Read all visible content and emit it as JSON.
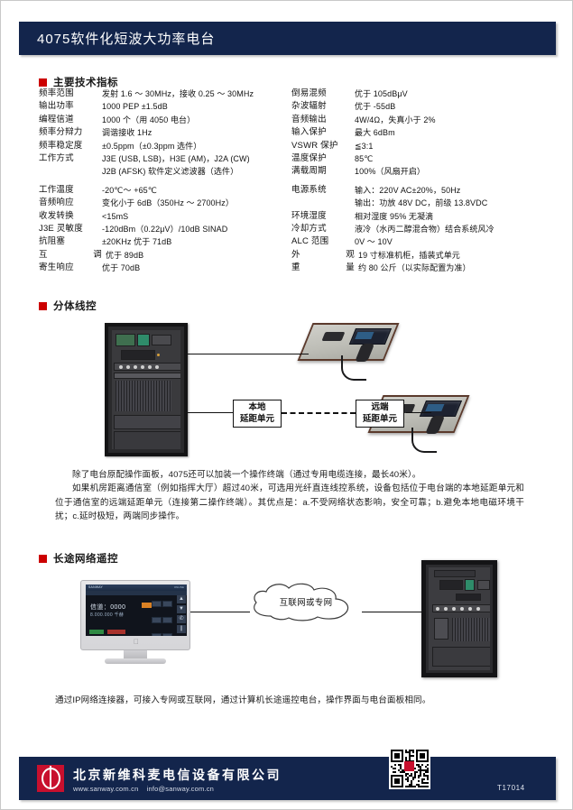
{
  "header": {
    "title": "4075软件化短波大功率电台"
  },
  "sections": {
    "specs_title": "主要技术指标",
    "remote_title": "分体线控",
    "network_title": "长途网络遥控"
  },
  "specs": {
    "left": [
      {
        "key": "频率范围",
        "value": "发射 1.6 ～ 30MHz，接收 0.25 ～ 30MHz"
      },
      {
        "key": "输出功率",
        "value": "1000 PEP ±1.5dB"
      },
      {
        "key": "编程信道",
        "value": "1000 个（用 4050 电台）"
      },
      {
        "key": "频率分辩力",
        "value": "调谐接收 1Hz"
      },
      {
        "key": "频率稳定度",
        "value": "±0.5ppm（±0.3ppm 选件）"
      },
      {
        "key": "工作方式",
        "value": "J3E (USB, LSB)，H3E (AM)，J2A (CW)"
      },
      {
        "key": "",
        "value": "J2B (AFSK) 软件定义滤波器（选件）"
      },
      {
        "key": "工作温度",
        "value": "-20℃～ +65℃"
      },
      {
        "key": "音频响应",
        "value": "变化小于 6dB（350Hz ～ 2700Hz）"
      },
      {
        "key": "收发转换",
        "value": "<15mS"
      },
      {
        "key": "J3E 灵敏度",
        "value": "-120dBm（0.22μV）/10dB SINAD"
      },
      {
        "key": "抗阻塞",
        "value": "±20KHz 优于 71dB"
      },
      {
        "key": "互  调",
        "value": "优于 89dB"
      },
      {
        "key": "寄生响应",
        "value": "优于 70dB"
      }
    ],
    "right": [
      {
        "key": "倒易混频",
        "value": "优于 105dBμV"
      },
      {
        "key": "杂波辐射",
        "value": "优于 -55dB"
      },
      {
        "key": "音频输出",
        "value": "4W/4Ω，失真小于 2%"
      },
      {
        "key": "输入保护",
        "value": "最大 6dBm"
      },
      {
        "key": "VSWR 保护",
        "value": "≦3:1"
      },
      {
        "key": "温度保护",
        "value": "85℃"
      },
      {
        "key": "满载周期",
        "value": "100%（风扇开启）"
      },
      {
        "key": "电源系统",
        "value": "输入：220V AC±20%，50Hz"
      },
      {
        "key": "",
        "value": "输出：功放 48V DC，前级 13.8VDC"
      },
      {
        "key": "环境湿度",
        "value": "相对湿度 95% 无凝滴"
      },
      {
        "key": "冷却方式",
        "value": "液冷（水丙二醇混合物）结合系统风冷"
      },
      {
        "key": "ALC 范围",
        "value": "0V ～ 10V"
      },
      {
        "key": "外   观",
        "value": "19 寸标准机柜，插装式单元"
      },
      {
        "key": "重   量",
        "value": "约 80 公斤（以实际配置为准）"
      }
    ]
  },
  "diagram_remote": {
    "local_unit_line1": "本地",
    "local_unit_line2": "延距单元",
    "remote_unit_line1": "远端",
    "remote_unit_line2": "延距单元"
  },
  "paragraphs": {
    "remote_p1": "除了电台原配操作面板，4075还可以加装一个操作终端（通过专用电缆连接，最长40米）。",
    "remote_p2": "如果机房距离通信室（例如指挥大厅）超过40米，可选用光纤直连线控系统，设备包括位于电台端的本地延距单元和位于通信室的远端延距单元（连接第二操作终端）。其优点是：a.不受网络状态影响，安全可靠；b.避免本地电磁环境干扰；c.延时极短，两端同步操作。",
    "network_p1": "通过IP网络连接器，可接入专网或互联网，通过计算机长途遥控电台，操作界面与电台面板相同。"
  },
  "diagram_network": {
    "cloud_label": "互联网或专网",
    "screen": {
      "brand": "SANWAY",
      "status_right": "ONLINE",
      "freq_label": "信道：0000",
      "freq_value": "8.000.000 千赫"
    }
  },
  "footer": {
    "company": "北京新维科麦电信设备有限公司",
    "website": "www.sanway.com.cn",
    "email": "info@sanway.com.cn",
    "doc_code": "T17014"
  },
  "colors": {
    "navy": "#13254c",
    "red": "#cc0000",
    "logo_red": "#c8102e"
  }
}
